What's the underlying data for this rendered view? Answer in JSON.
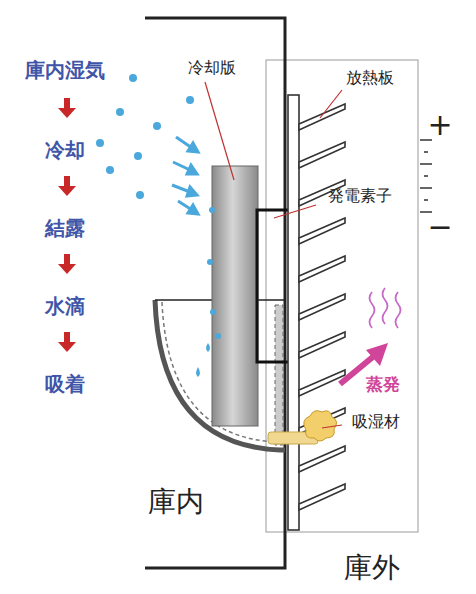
{
  "diagram": {
    "labels": [
      "庫内湿気",
      "冷却",
      "結露",
      "水滴",
      "吸着",
      "冷却版",
      "放熱板",
      "発電素子",
      "吸湿材",
      "蒸発",
      "庫内",
      "庫外",
      "+",
      "−"
    ]
  }
}
